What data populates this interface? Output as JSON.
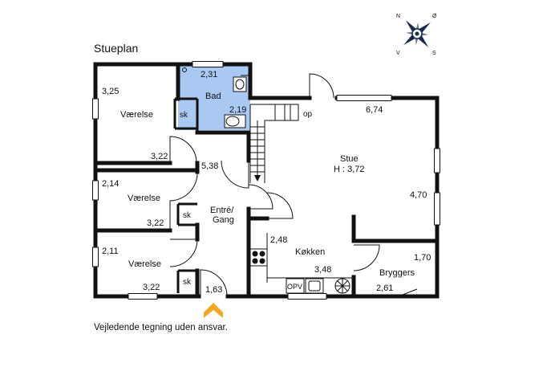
{
  "title": "Stueplan",
  "note": "Vejledende tegning uden ansvar.",
  "compass": {
    "n": "N",
    "e": "Ø",
    "s": "S",
    "w": "V"
  },
  "colors": {
    "wall": "#111111",
    "bathroom": "#a9c8f2",
    "entrance_arrow": "#f4a81c"
  },
  "rooms": {
    "room1": {
      "name": "Værelse",
      "dim_h": "3,25",
      "dim_w": "3,22",
      "closet": "sk"
    },
    "bath": {
      "name": "Bad",
      "dim_w": "2,31",
      "dim_h": "2,19"
    },
    "room2": {
      "name": "Værelse",
      "dim_h": "2,14",
      "dim_w": "3,22",
      "closet": "sk"
    },
    "room3": {
      "name": "Værelse",
      "dim_h": "2,11",
      "dim_w": "3,22",
      "closet": "sk"
    },
    "hall": {
      "name_line1": "Entré/",
      "name_line2": "Gang",
      "dim_h": "5,38",
      "dim_w": "1,63"
    },
    "living": {
      "name": "Stue",
      "height": "H : 3,72",
      "dim_w": "6,74",
      "dim_h": "4,70",
      "stairs": "op"
    },
    "kitchen": {
      "name": "Køkken",
      "dim_h": "2,48",
      "dim_w": "3,48",
      "opv": "OPV"
    },
    "utility": {
      "name": "Bryggers",
      "dim_h": "1,70",
      "dim_w": "2,61"
    }
  }
}
